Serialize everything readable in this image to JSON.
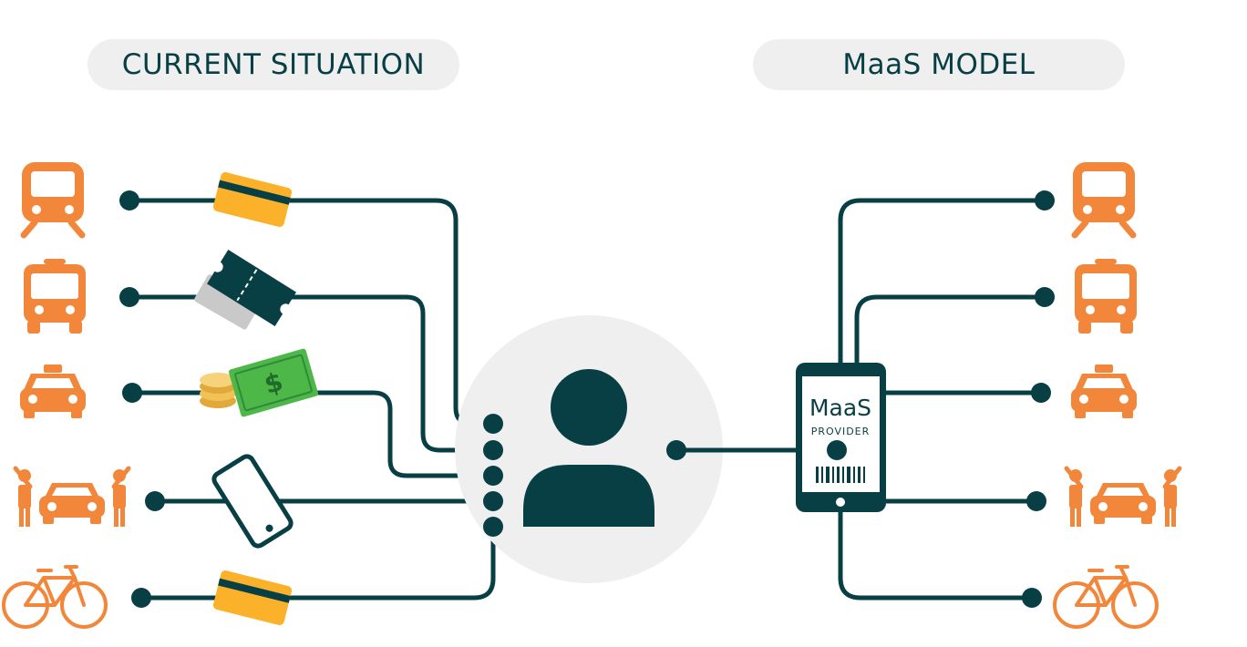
{
  "header": {
    "left_title": "CURRENT SITUATION",
    "right_title": "MaaS MODEL"
  },
  "provider": {
    "title": "MaaS",
    "subtitle": "PROVIDER"
  },
  "colors": {
    "accent_orange": "#f2873b",
    "dark_teal": "#073f45",
    "light_gray": "#efefef",
    "card_yellow": "#fbb22a",
    "cash_green": "#4db848"
  },
  "left_column": {
    "modes": [
      "train-icon",
      "bus-icon",
      "taxi-icon",
      "carpool-icon",
      "bicycle-icon"
    ],
    "payments": [
      "card-icon",
      "tickets-icon",
      "cash-icon",
      "smartphone-icon",
      "card-icon"
    ]
  },
  "right_column": {
    "modes": [
      "train-icon",
      "bus-icon",
      "taxi-icon",
      "carpool-icon",
      "bicycle-icon"
    ]
  }
}
